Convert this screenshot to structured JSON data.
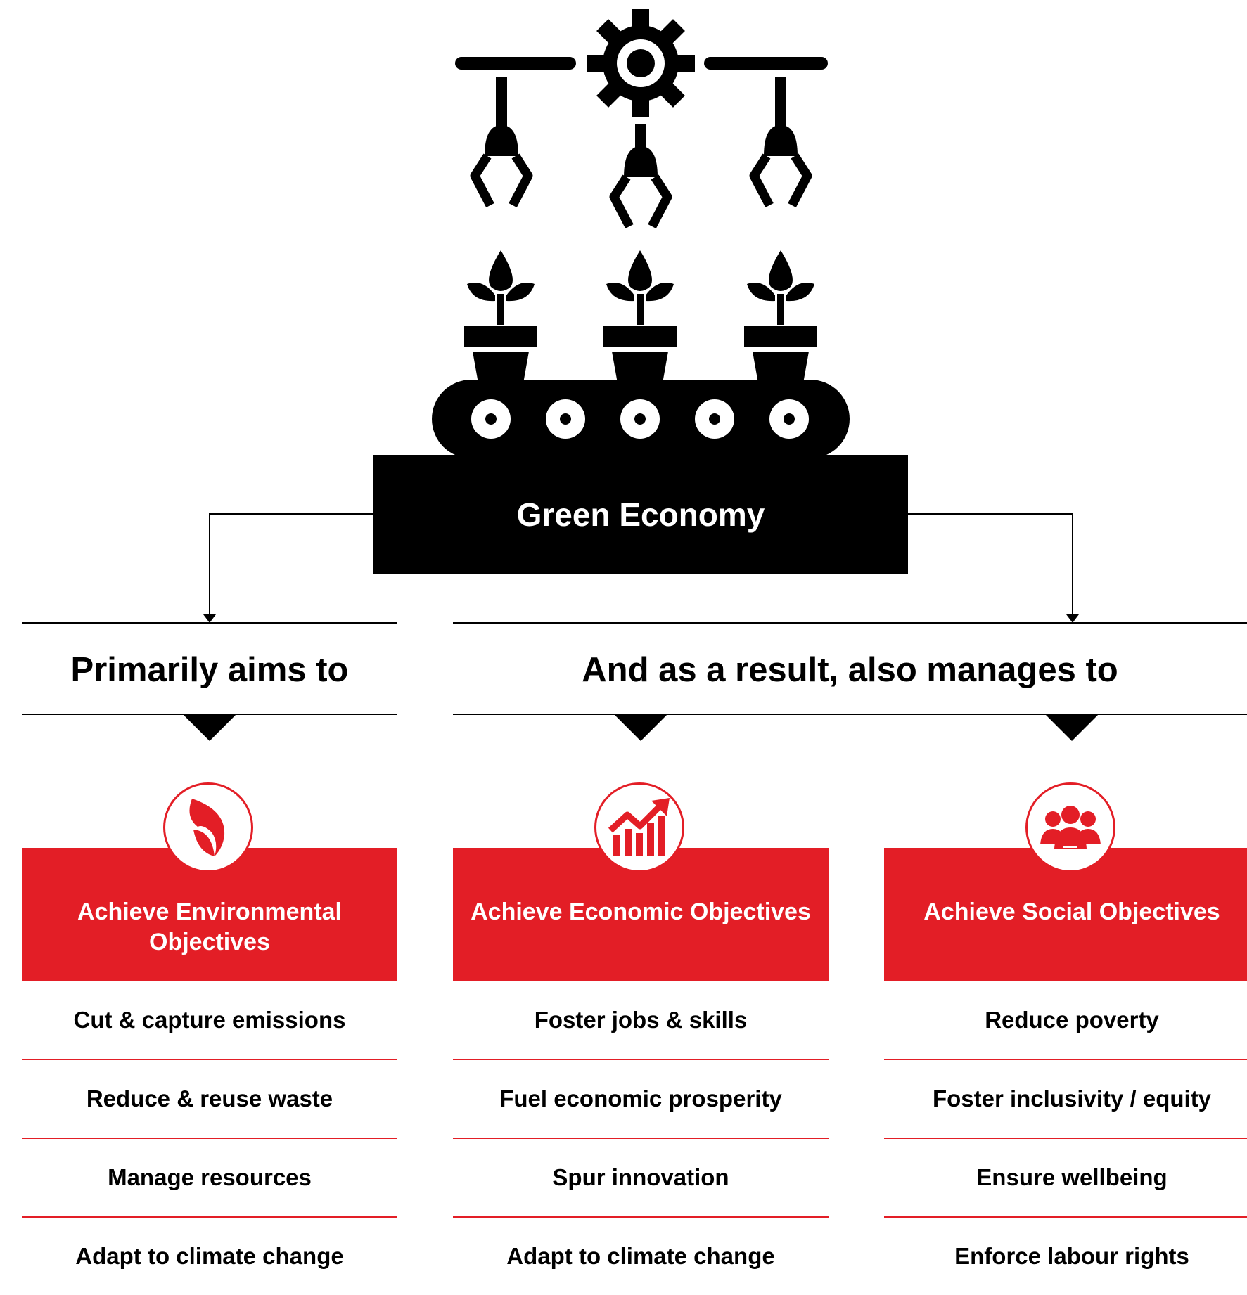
{
  "center": {
    "title": "Green Economy"
  },
  "headers": {
    "left": "Primarily aims to",
    "right": "And as a result, also manages to"
  },
  "columns": [
    {
      "icon": "leaf-icon",
      "title": "Achieve Environmental Objectives",
      "items": [
        "Cut & capture emissions",
        "Reduce & reuse waste",
        "Manage resources",
        "Adapt to climate change"
      ]
    },
    {
      "icon": "growth-chart-icon",
      "title": "Achieve Economic Objectives",
      "items": [
        "Foster jobs & skills",
        "Fuel economic prosperity",
        "Spur innovation",
        "Adapt to climate change"
      ]
    },
    {
      "icon": "people-group-icon",
      "title": "Achieve Social Objectives",
      "items": [
        "Reduce poverty",
        "Foster inclusivity / equity",
        "Ensure wellbeing",
        "Enforce labour rights"
      ]
    }
  ],
  "colors": {
    "accent": "#e31e26",
    "dark": "#000000",
    "background": "#ffffff"
  },
  "icons": {
    "hero": "factory-conveyor-plants-icon"
  }
}
